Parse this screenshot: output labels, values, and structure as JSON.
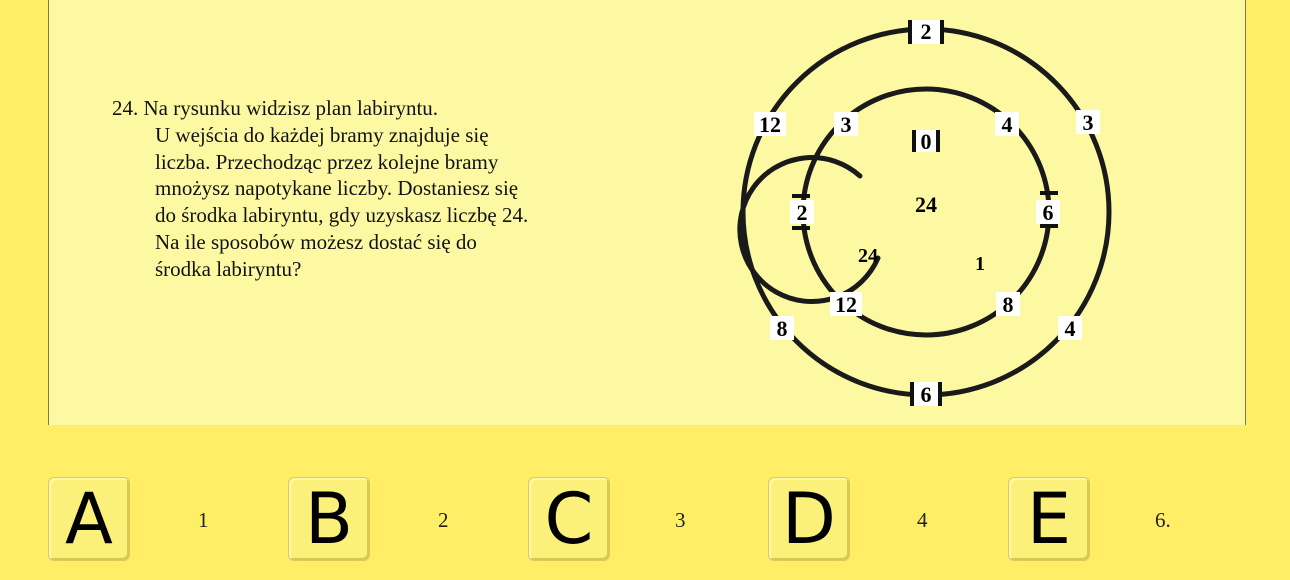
{
  "question": {
    "lines": [
      "24. Na rysunku widzisz plan labiryntu.",
      "U wejścia do każdej bramy znajduje się",
      "liczba. Przechodząc przez kolejne bramy",
      "mnożysz napotykane liczby. Dostaniesz się",
      "do środka labiryntu, gdy uzyskasz liczbę 24.",
      "Na ile sposobów możesz dostać się do",
      "środka labiryntu?"
    ]
  },
  "maze": {
    "outer_gates": [
      "2",
      "3",
      "4",
      "6",
      "8",
      "12"
    ],
    "middle_gates": [
      "4",
      "6",
      "8",
      "12",
      "2",
      "3"
    ],
    "inner_gates": [
      "0",
      "1",
      "24"
    ],
    "center": "24"
  },
  "answers": [
    {
      "letter": "A",
      "value": "1"
    },
    {
      "letter": "B",
      "value": "2"
    },
    {
      "letter": "C",
      "value": "3"
    },
    {
      "letter": "D",
      "value": "4"
    },
    {
      "letter": "E",
      "value": "6."
    }
  ]
}
